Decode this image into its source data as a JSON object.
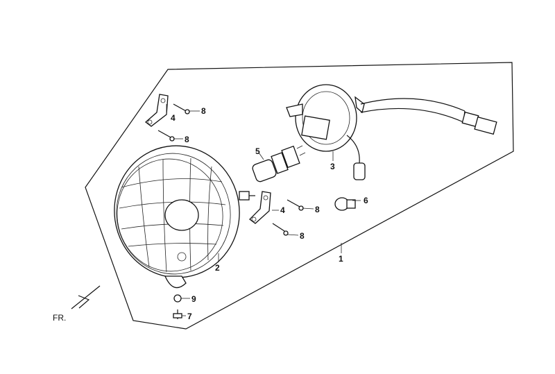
{
  "callouts": {
    "c1": "1",
    "c2": "2",
    "c3": "3",
    "c4a": "4",
    "c4b": "4",
    "c5": "5",
    "c6": "6",
    "c7": "7",
    "c8a": "8",
    "c8b": "8",
    "c8c": "8",
    "c8d": "8",
    "c9": "9"
  },
  "direction_label": "FR.",
  "colors": {
    "line": "#111111",
    "background": "#ffffff"
  }
}
